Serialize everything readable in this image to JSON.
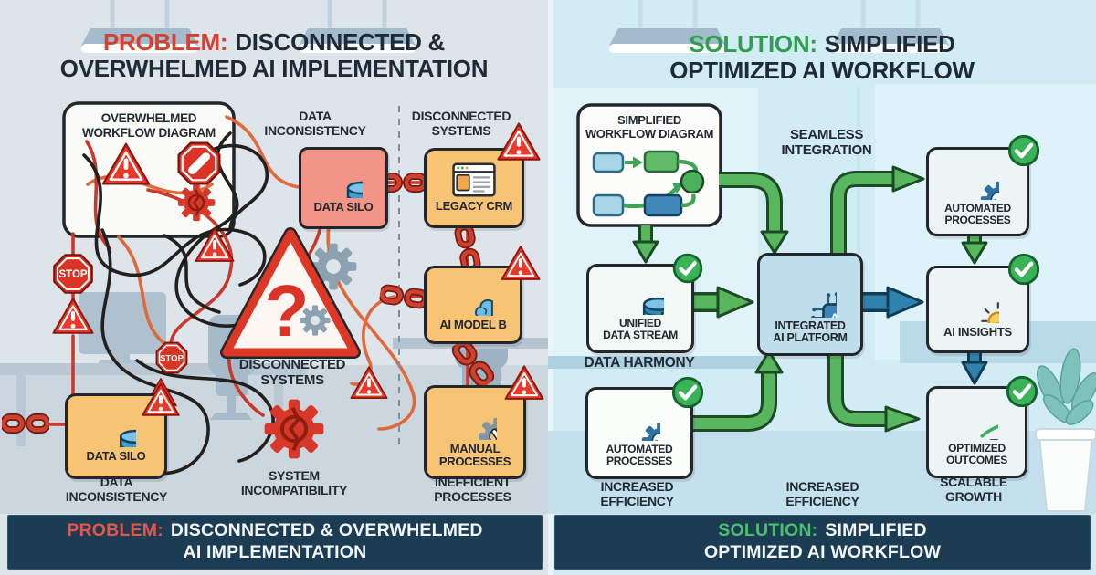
{
  "colors": {
    "problem_accent": "#d6402f",
    "solution_accent": "#2f9e4f",
    "banner_bg": "#1c3c54",
    "warning_red": "#e8392b",
    "orange_node": "#f7c476",
    "salmon_node": "#f29486",
    "green_arrow": "#58b75e",
    "blue_arrow": "#2f82ad"
  },
  "left": {
    "header": {
      "highlight": "PROBLEM:",
      "rest": "DISCONNECTED &",
      "line2": "OVERWHELMED AI IMPLEMENTATION"
    },
    "workflow_box": {
      "line1": "OVERWHELMED",
      "line2": "WORKFLOW DIAGRAM"
    },
    "labels": {
      "data_inconsistency_top": {
        "line1": "DATA",
        "line2": "INCONSISTENCY"
      },
      "disconnected_top": {
        "line1": "DISCONNECTED",
        "line2": "SYSTEMS"
      },
      "disconnected_center": {
        "line1": "DISCONNECTED",
        "line2": "SYSTEMS"
      },
      "system_incompatibility": {
        "line1": "SYSTEM",
        "line2": "INCOMPATIBILITY"
      },
      "data_inconsistency_bottom": {
        "line1": "DATA",
        "line2": "INCONSISTENCY"
      },
      "inefficient": {
        "line1": "INEFFICIENT",
        "line2": "PROCESSES"
      }
    },
    "nodes": {
      "data_silo_top": "DATA SILO",
      "legacy_crm": "LEGACY CRM",
      "ai_model_b": "AI MODEL B",
      "manual_1": "MANUAL",
      "manual_2": "PROCESSES",
      "data_silo_bottom": "DATA SILO"
    },
    "stop1": "STOP",
    "stop2": "STOP",
    "question_mark": "?",
    "banner": {
      "highlight": "PROBLEM:",
      "rest": "DISCONNECTED & OVERWHELMED",
      "line2": "AI IMPLEMENTATION"
    }
  },
  "right": {
    "header": {
      "highlight": "SOLUTION:",
      "rest": "SIMPLIFIED",
      "line2": "OPTIMIZED AI WORKFLOW"
    },
    "workflow_box": {
      "line1": "SIMPLIFIED",
      "line2": "WORKFLOW DIAGRAM"
    },
    "labels": {
      "seamless": {
        "line1": "SEAMLESS",
        "line2": "INTEGRATION"
      },
      "data_harmony": "DATA HARMONY",
      "increased_left": {
        "line1": "INCREASED",
        "line2": "EFFICIENCY"
      },
      "increased_center": {
        "line1": "INCREASED",
        "line2": "EFFICIENCY"
      },
      "scalable": {
        "line1": "SCALABLE",
        "line2": "GROWTH"
      }
    },
    "nodes": {
      "unified_1": "UNIFIED",
      "unified_2": "DATA STREAM",
      "platform_1": "INTEGRATED",
      "platform_2": "AI PLATFORM",
      "chip": "AI",
      "automated_top_1": "AUTOMATED",
      "automated_top_2": "PROCESSES",
      "ai_insights": "AI INSIGHTS",
      "optimized_1": "OPTIMIZED",
      "optimized_2": "OUTCOMES",
      "automated_bottom_1": "AUTOMATED",
      "automated_bottom_2": "PROCESSES"
    },
    "banner": {
      "highlight": "SOLUTION:",
      "rest": "SIMPLIFIED",
      "line2": "OPTIMIZED AI WORKFLOW"
    }
  }
}
